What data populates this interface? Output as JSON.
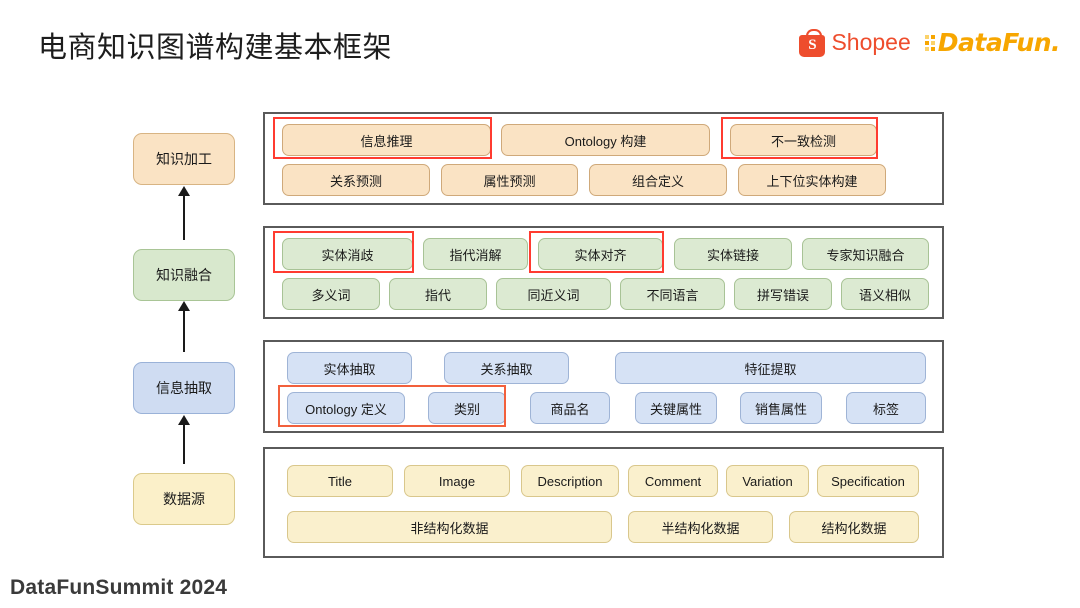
{
  "header": {
    "title": "电商知识图谱构建基本框架",
    "shopee_label": "Shopee",
    "shopee_mark": "S",
    "datafun_label": "DataFun."
  },
  "footer": {
    "text": "DataFunSummit 2024"
  },
  "colors": {
    "orange": "#fae3c4",
    "green": "#dcead2",
    "blue": "#d6e2f5",
    "yellow": "#faf0cd",
    "highlight": "#ff3b30",
    "shopee": "#ee4d2d",
    "datafun": "#f7a600"
  },
  "stages": [
    {
      "label": "知识加工",
      "tone": "orange"
    },
    {
      "label": "知识融合",
      "tone": "green"
    },
    {
      "label": "信息抽取",
      "tone": "blue"
    },
    {
      "label": "数据源",
      "tone": "yellow"
    }
  ],
  "groups": [
    {
      "name": "knowledge-processing",
      "tone": "orange",
      "rows": [
        [
          {
            "label": "信息推理",
            "highlight": true
          },
          {
            "label": "Ontology 构建",
            "highlight": false
          },
          {
            "label": "不一致检测",
            "highlight": true
          }
        ],
        [
          {
            "label": "关系预测",
            "highlight": false
          },
          {
            "label": "属性预测",
            "highlight": false
          },
          {
            "label": "组合定义",
            "highlight": false
          },
          {
            "label": "上下位实体构建",
            "highlight": false
          }
        ]
      ]
    },
    {
      "name": "knowledge-fusion",
      "tone": "green",
      "rows": [
        [
          {
            "label": "实体消歧",
            "highlight": true
          },
          {
            "label": "指代消解",
            "highlight": false
          },
          {
            "label": "实体对齐",
            "highlight": true
          },
          {
            "label": "实体链接",
            "highlight": false
          },
          {
            "label": "专家知识融合",
            "highlight": false
          }
        ],
        [
          {
            "label": "多义词",
            "highlight": false
          },
          {
            "label": "指代",
            "highlight": false
          },
          {
            "label": "同近义词",
            "highlight": false
          },
          {
            "label": "不同语言",
            "highlight": false
          },
          {
            "label": "拼写错误",
            "highlight": false
          },
          {
            "label": "语义相似",
            "highlight": false
          }
        ]
      ]
    },
    {
      "name": "information-extraction",
      "tone": "blue",
      "rows": [
        [
          {
            "label": "实体抽取",
            "highlight": false
          },
          {
            "label": "关系抽取",
            "highlight": false
          },
          {
            "label": "特征提取",
            "highlight": false
          }
        ],
        [
          {
            "label": "Ontology 定义",
            "highlight": true
          },
          {
            "label": "类别",
            "highlight": true
          },
          {
            "label": "商品名",
            "highlight": false
          },
          {
            "label": "关键属性",
            "highlight": false
          },
          {
            "label": "销售属性",
            "highlight": false
          },
          {
            "label": "标签",
            "highlight": false
          }
        ]
      ]
    },
    {
      "name": "data-source",
      "tone": "yellow",
      "rows": [
        [
          {
            "label": "Title",
            "highlight": false
          },
          {
            "label": "Image",
            "highlight": false
          },
          {
            "label": "Description",
            "highlight": false
          },
          {
            "label": "Comment",
            "highlight": false
          },
          {
            "label": "Variation",
            "highlight": false
          },
          {
            "label": "Specification",
            "highlight": false
          }
        ],
        [
          {
            "label": "非结构化数据",
            "highlight": false
          },
          {
            "label": "半结构化数据",
            "highlight": false
          },
          {
            "label": "结构化数据",
            "highlight": false
          }
        ]
      ]
    }
  ]
}
